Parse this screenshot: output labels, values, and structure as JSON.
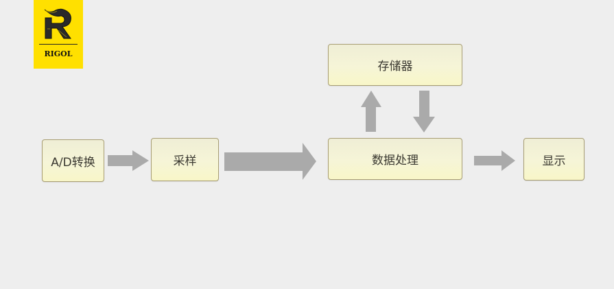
{
  "logo": {
    "brand": "RIGOL"
  },
  "blocks": {
    "ad": "A/D转换",
    "sample": "采样",
    "process": "数据处理",
    "memory": "存储器",
    "display": "显示"
  },
  "colors": {
    "background": "#eeeeee",
    "logo_yellow": "#ffe000",
    "arrow": "#aaaaaa",
    "box_border": "#a79d72"
  }
}
